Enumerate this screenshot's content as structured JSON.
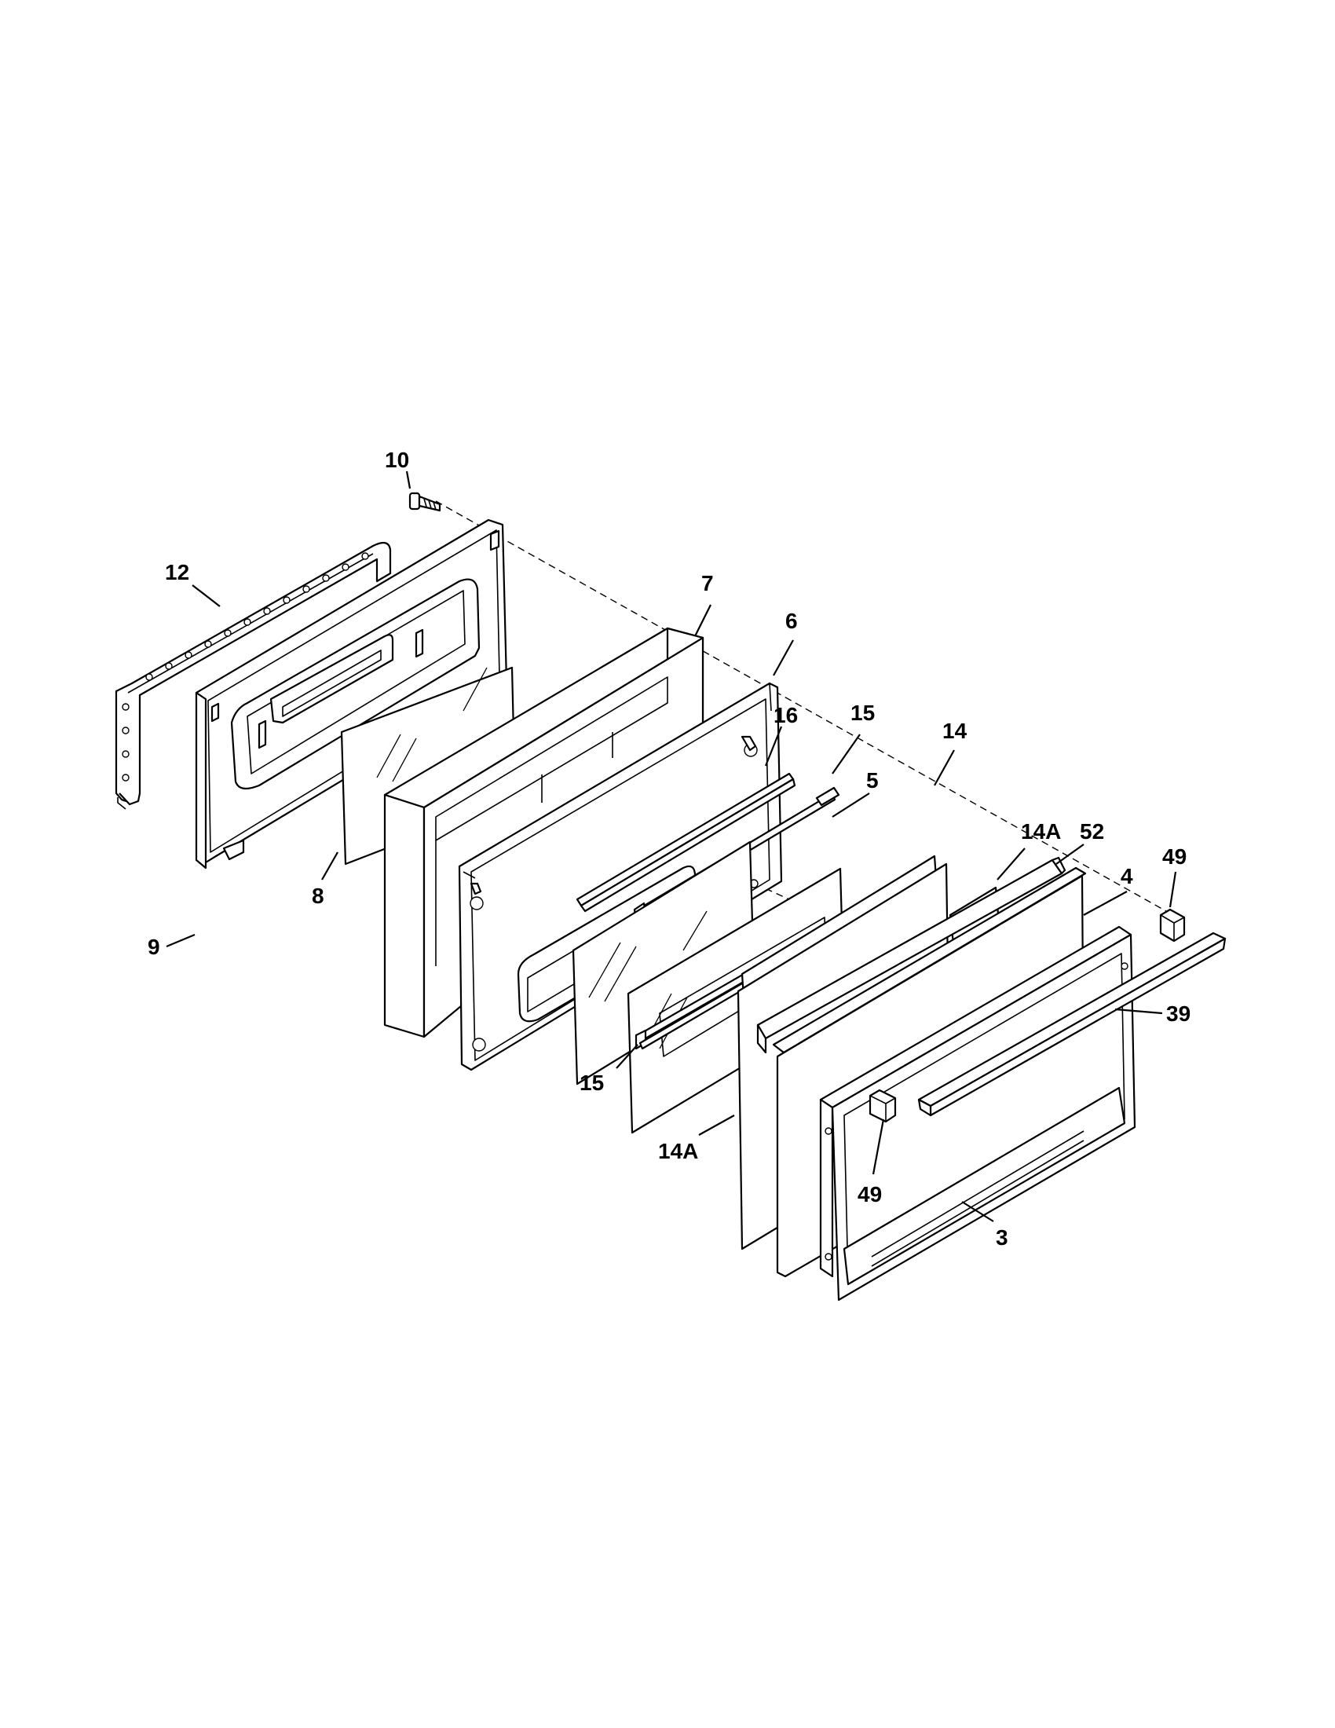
{
  "diagram": {
    "type": "exploded-parts-view",
    "line_color": "#000000",
    "background": "#ffffff",
    "callouts": {
      "c10": "10",
      "c12": "12",
      "c9": "9",
      "c8": "8",
      "c7": "7",
      "c6": "6",
      "c16": "16",
      "c15_top": "15",
      "c14": "14",
      "c5": "5",
      "c14a_top": "14A",
      "c52": "52",
      "c4": "4",
      "c49_right": "49",
      "c39": "39",
      "c15_bottom": "15",
      "c14a_bottom": "14A",
      "c49_bottom": "49",
      "c3": "3"
    }
  }
}
